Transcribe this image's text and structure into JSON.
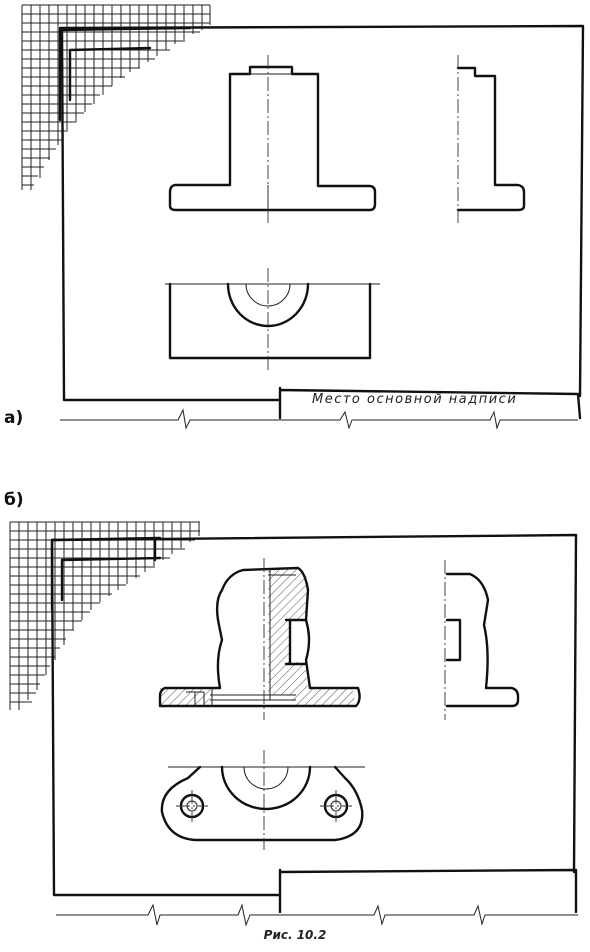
{
  "figure": {
    "part_a_label": "а)",
    "part_b_label": "б)",
    "title_block_text": "Место основной надписи",
    "caption": "Рис. 10.2"
  }
}
